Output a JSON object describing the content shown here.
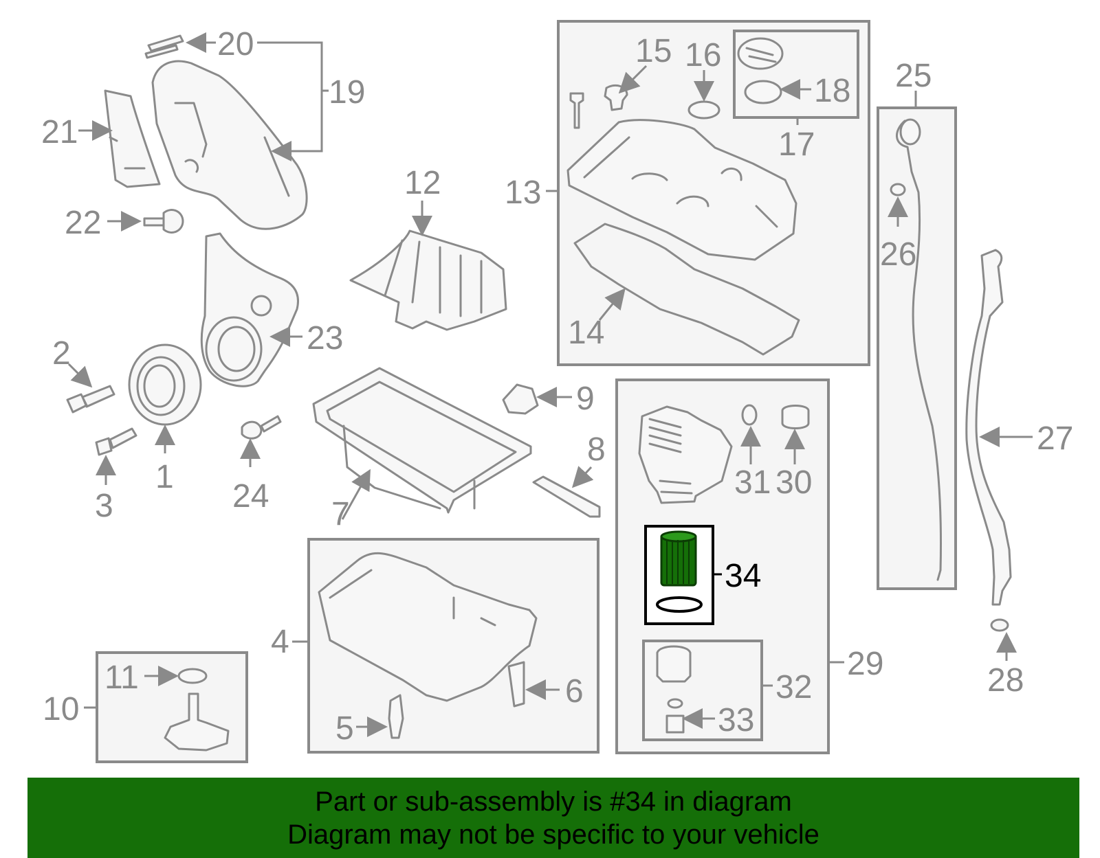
{
  "colors": {
    "line": "#8a8a8a",
    "highlight_fill": "#156f08",
    "banner": "#156f08",
    "text_highlight": "#000000"
  },
  "callouts": {
    "c1": "1",
    "c2": "2",
    "c3": "3",
    "c4": "4",
    "c5": "5",
    "c6": "6",
    "c7": "7",
    "c8": "8",
    "c9": "9",
    "c10": "10",
    "c11": "11",
    "c12": "12",
    "c13": "13",
    "c14": "14",
    "c15": "15",
    "c16": "16",
    "c17": "17",
    "c18": "18",
    "c19": "19",
    "c20": "20",
    "c21": "21",
    "c22": "22",
    "c23": "23",
    "c24": "24",
    "c25": "25",
    "c26": "26",
    "c27": "27",
    "c28": "28",
    "c29": "29",
    "c30": "30",
    "c31": "31",
    "c32": "32",
    "c33": "33",
    "c34": "34"
  },
  "banner": {
    "line1": "Part or sub-assembly is #34 in diagram",
    "line2": "Diagram may not be specific to your vehicle"
  }
}
